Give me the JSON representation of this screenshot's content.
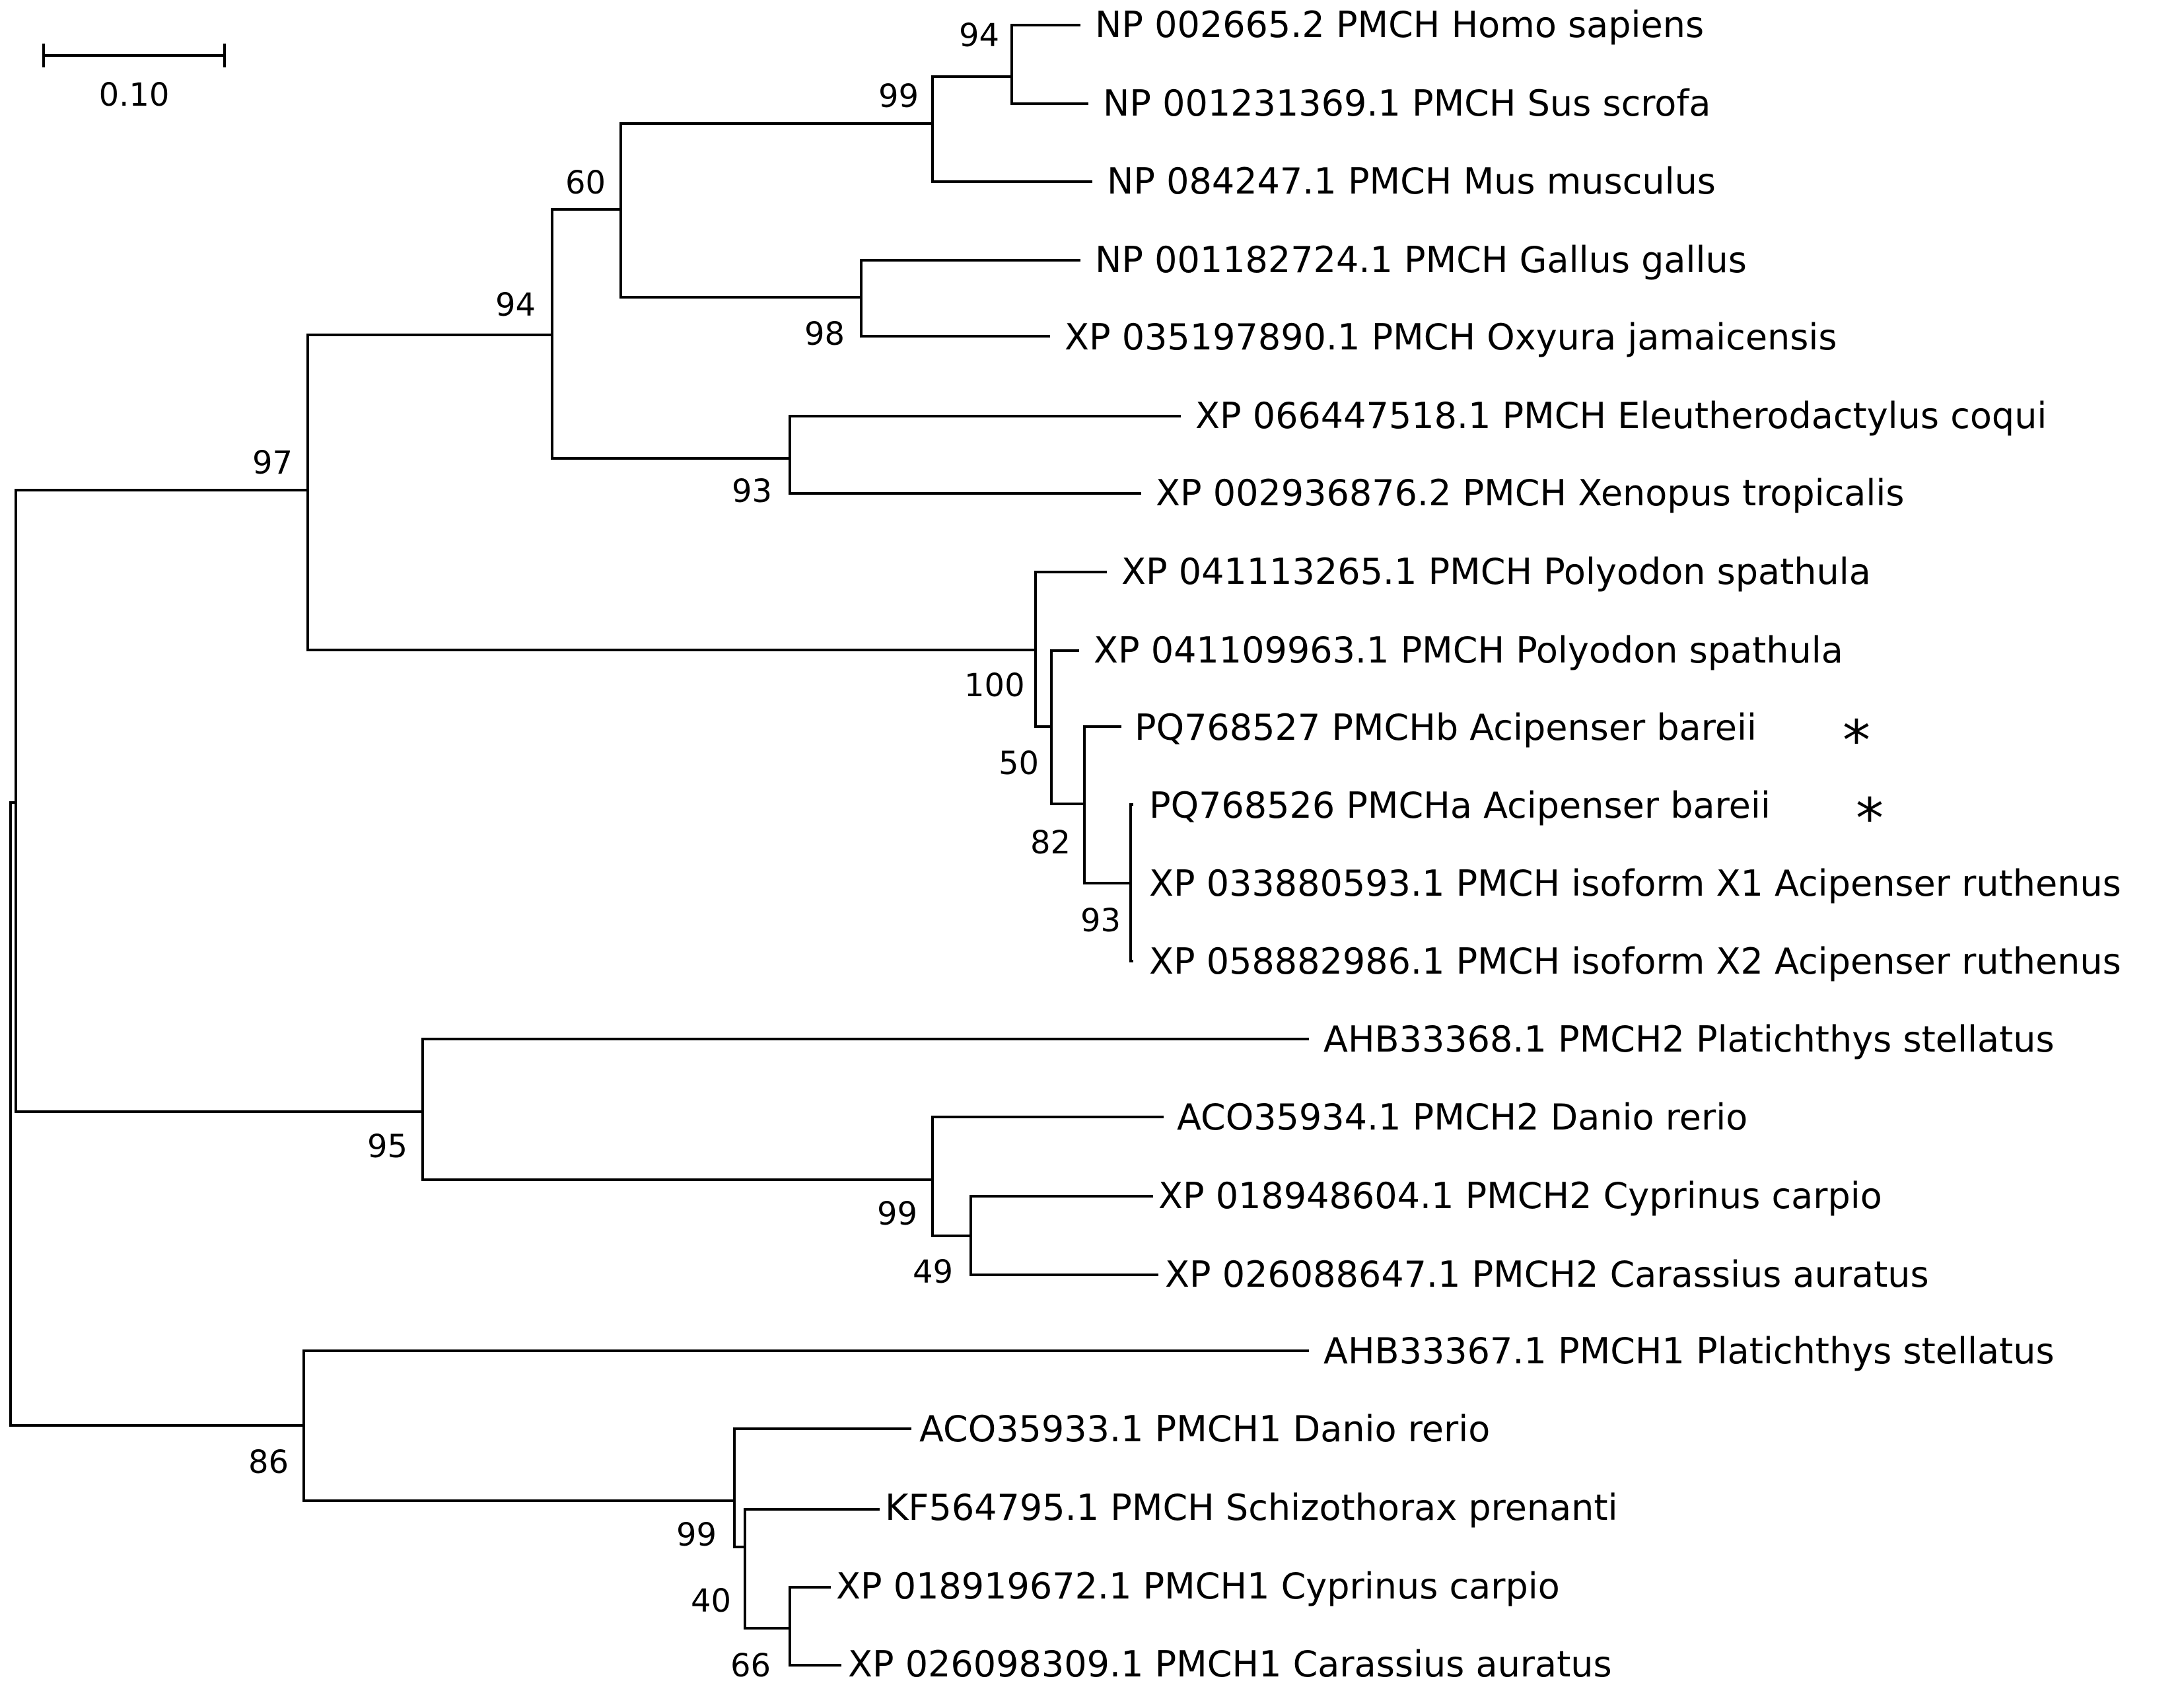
{
  "scale_bar": {
    "label": "0.10"
  },
  "leaves": [
    {
      "label": "NP 002665.2 PMCH Homo sapiens",
      "marked": false
    },
    {
      "label": "NP 001231369.1 PMCH Sus scrofa",
      "marked": false
    },
    {
      "label": "NP 084247.1 PMCH Mus musculus",
      "marked": false
    },
    {
      "label": "NP 001182724.1 PMCH Gallus gallus",
      "marked": false
    },
    {
      "label": "XP 035197890.1 PMCH Oxyura jamaicensis",
      "marked": false
    },
    {
      "label": "XP 066447518.1 PMCH Eleutherodactylus coqui",
      "marked": false
    },
    {
      "label": "XP 002936876.2 PMCH Xenopus tropicalis",
      "marked": false
    },
    {
      "label": "XP 041113265.1 PMCH Polyodon spathula",
      "marked": false
    },
    {
      "label": "XP 041109963.1 PMCH Polyodon spathula",
      "marked": false
    },
    {
      "label": "PQ768527 PMCHb Acipenser bareii",
      "marked": true
    },
    {
      "label": "PQ768526 PMCHa Acipenser bareii",
      "marked": true
    },
    {
      "label": "XP 033880593.1 PMCH isoform X1 Acipenser ruthenus",
      "marked": false
    },
    {
      "label": "XP 058882986.1 PMCH isoform X2 Acipenser ruthenus",
      "marked": false
    },
    {
      "label": "AHB33368.1 PMCH2 Platichthys stellatus",
      "marked": false
    },
    {
      "label": "ACO35934.1 PMCH2 Danio rerio",
      "marked": false
    },
    {
      "label": "XP 018948604.1 PMCH2 Cyprinus carpio",
      "marked": false
    },
    {
      "label": "XP 026088647.1 PMCH2 Carassius auratus",
      "marked": false
    },
    {
      "label": "AHB33367.1 PMCH1 Platichthys stellatus",
      "marked": false
    },
    {
      "label": "ACO35933.1 PMCH1 Danio rerio",
      "marked": false
    },
    {
      "label": "KF564795.1 PMCH Schizothorax prenanti",
      "marked": false
    },
    {
      "label": "XP 018919672.1 PMCH1 Cyprinus carpio",
      "marked": false
    },
    {
      "label": "XP 026098309.1 PMCH1 Carassius auratus",
      "marked": false
    }
  ],
  "marker_symbol": "*",
  "support_values": [
    "94",
    "99",
    "60",
    "94",
    "98",
    "93",
    "97",
    "100",
    "50",
    "82",
    "93",
    "95",
    "99",
    "49",
    "86",
    "99",
    "40",
    "66"
  ]
}
